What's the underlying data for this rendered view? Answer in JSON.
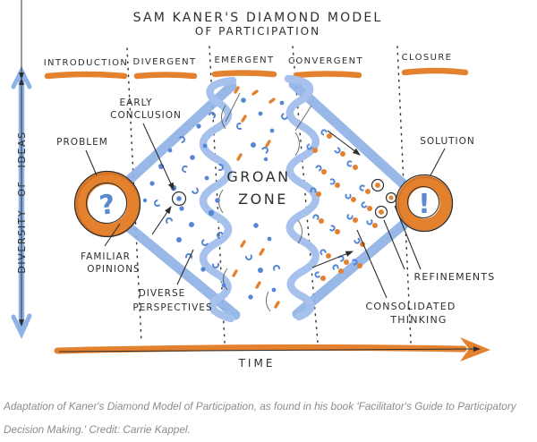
{
  "title": {
    "line1": "SAM KANER'S DIAMOND MODEL",
    "line2": "OF PARTICIPATION"
  },
  "phases": [
    "INTRODUCTION",
    "DIVERGENT",
    "EMERGENT",
    "CONVERGENT",
    "CLOSURE"
  ],
  "axes": {
    "y_label": "DIVERSITY OF IDEAS",
    "x_label": "TIME"
  },
  "diamond": {
    "problem_label": "PROBLEM",
    "problem_symbol": "?",
    "solution_label": "SOLUTION",
    "solution_symbol": "!",
    "groan_line1": "GROAN",
    "groan_line2": "ZONE"
  },
  "annotations": {
    "early_conclusion_line1": "EARLY",
    "early_conclusion_line2": "CONCLUSION",
    "familiar_line1": "FAMILIAR",
    "familiar_line2": "OPINIONS",
    "diverse_line1": "DIVERSE",
    "diverse_line2": "PERSPECTIVES",
    "consolidated_line1": "CONSOLIDATED",
    "consolidated_line2": "THINKING",
    "refinements": "REFINEMENTS"
  },
  "caption": "Adaptation of Kaner's Diamond Model of Participation, as found in his book 'Facilitator's Guide to Participatory Decision Making.' Credit: Carrie Kappel.",
  "colors": {
    "marker_orange": "#e4812f",
    "marker_blue": "#8fb2e5",
    "dot_blue": "#5585d6",
    "ink": "#2e2e2e",
    "caption_gray": "#8c8c8c"
  }
}
